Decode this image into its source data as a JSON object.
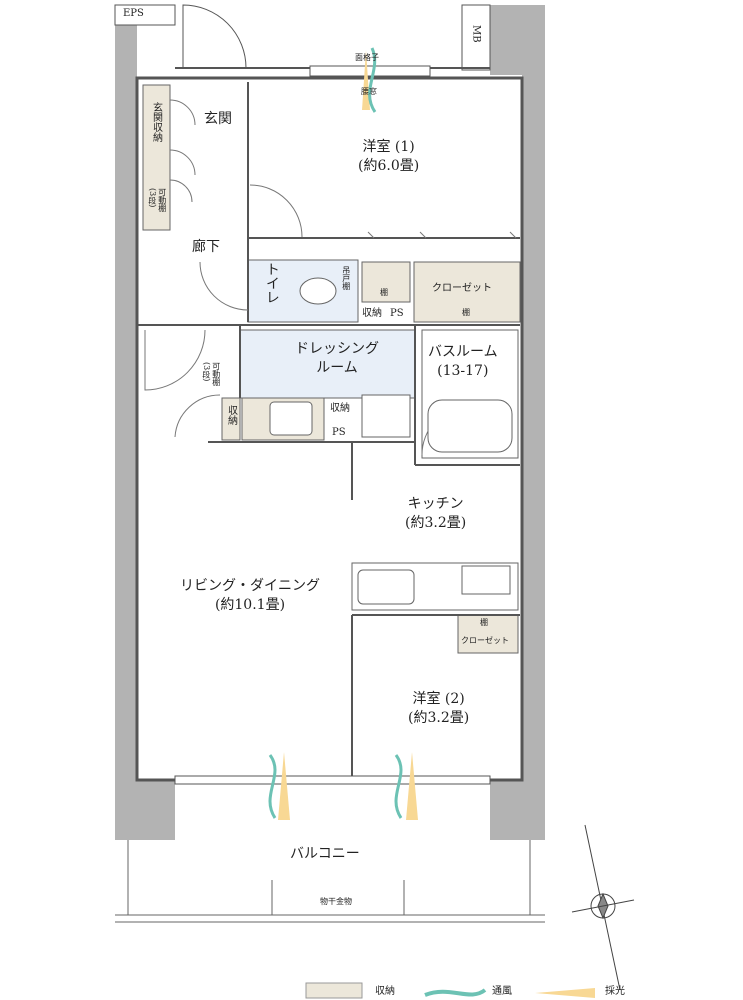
{
  "rooms": {
    "western1": {
      "name": "洋室 (1)",
      "size": "(約6.0畳)"
    },
    "western2": {
      "name": "洋室 (2)",
      "size": "約3.2畳)"
    },
    "entrance": "玄関",
    "entrance_storage": "玄関収納",
    "movable_shelf": "可動棚",
    "shelf_tiers": "(3段)",
    "hallway": "廊下",
    "toilet": "トイレ",
    "hanging_cupboard": "吊戸棚",
    "shelf": "棚",
    "closet": "クローゼット",
    "storage": "収納",
    "ps": "PS",
    "dressing": {
      "line1": "ドレッシング",
      "line2": "ルーム"
    },
    "bath": {
      "name": "バスルーム",
      "size": "(13-17)"
    },
    "kitchen": {
      "name": "キッチン",
      "size": "(約3.2畳)"
    },
    "living": {
      "name": "リビング・ダイニング",
      "size": "(約10.1畳)"
    },
    "balcony": "バルコニー",
    "drying_hardware": "物干金物",
    "eps": "EPS",
    "mb": "MB",
    "window_grille": "面格子",
    "waist_window": "腰窓"
  },
  "legend": {
    "storage": "収納",
    "ventilation": "通風",
    "lighting": "採光"
  },
  "colors": {
    "storage": "#ece7da",
    "wet": "#e8eff8",
    "wall": "#b3b3b3",
    "ventilation": "#6cc2b4",
    "lighting": "#f8d894"
  }
}
